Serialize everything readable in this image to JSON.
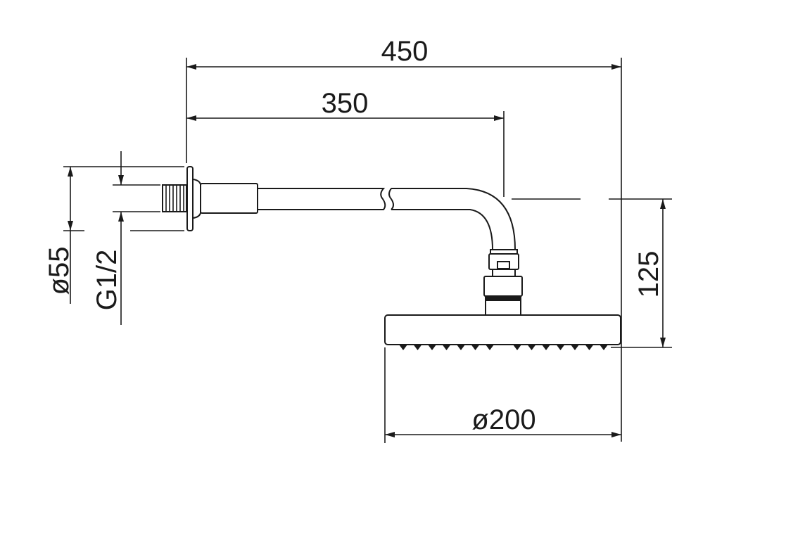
{
  "title": "Wall-mounted shower arm with round shower head – dimension drawing",
  "dimensions": {
    "overall_length": "450",
    "arm_length": "350",
    "flange_diameter": "ø55",
    "thread": "G1/2",
    "head_drop": "125",
    "head_diameter": "ø200"
  },
  "colors": {
    "line": "#1a1a1a",
    "background": "#ffffff"
  }
}
